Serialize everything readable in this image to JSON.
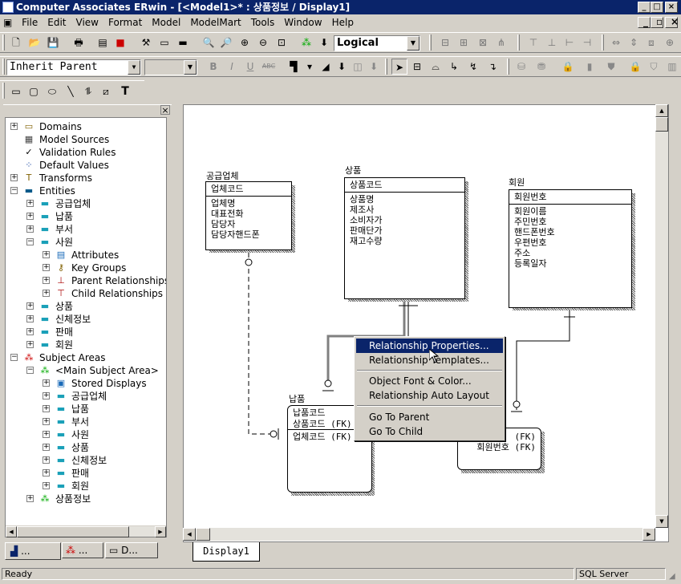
{
  "window": {
    "title": "Computer Associates ERwin - [<Model1>* : 상품정보 / Display1]",
    "controls": [
      "_",
      "□",
      "×"
    ]
  },
  "menu": [
    "File",
    "Edit",
    "View",
    "Format",
    "Model",
    "ModelMart",
    "Tools",
    "Window",
    "Help"
  ],
  "toolbar": {
    "view_mode": "Logical",
    "font_combo": "Inherit Parent",
    "size_combo": ""
  },
  "tree": {
    "items": [
      {
        "label": "Domains",
        "icon": "domains-icon",
        "level": 0,
        "expander": "+"
      },
      {
        "label": "Model Sources",
        "icon": "model-sources-icon",
        "level": 0,
        "expander": ""
      },
      {
        "label": "Validation Rules",
        "icon": "validation-rules-icon",
        "level": 0,
        "expander": ""
      },
      {
        "label": "Default Values",
        "icon": "default-values-icon",
        "level": 0,
        "expander": ""
      },
      {
        "label": "Transforms",
        "icon": "transforms-icon",
        "level": 0,
        "expander": "+"
      },
      {
        "label": "Entities",
        "icon": "entities-icon",
        "level": 0,
        "expander": "-"
      },
      {
        "label": "공급업체",
        "icon": "entity-icon",
        "level": 1,
        "expander": "+"
      },
      {
        "label": "납품",
        "icon": "entity-icon",
        "level": 1,
        "expander": "+"
      },
      {
        "label": "부서",
        "icon": "entity-icon",
        "level": 1,
        "expander": "+"
      },
      {
        "label": "사원",
        "icon": "entity-icon",
        "level": 1,
        "expander": "-"
      },
      {
        "label": "Attributes",
        "icon": "attributes-icon",
        "level": 2,
        "expander": "+"
      },
      {
        "label": "Key Groups",
        "icon": "key-groups-icon",
        "level": 2,
        "expander": "+"
      },
      {
        "label": "Parent Relationships",
        "icon": "parent-relationships-icon",
        "level": 2,
        "expander": "+"
      },
      {
        "label": "Child Relationships",
        "icon": "child-relationships-icon",
        "level": 2,
        "expander": "+"
      },
      {
        "label": "상품",
        "icon": "entity-icon",
        "level": 1,
        "expander": "+"
      },
      {
        "label": "신체정보",
        "icon": "entity-icon",
        "level": 1,
        "expander": "+"
      },
      {
        "label": "판매",
        "icon": "entity-icon",
        "level": 1,
        "expander": "+"
      },
      {
        "label": "회원",
        "icon": "entity-icon",
        "level": 1,
        "expander": "+"
      },
      {
        "label": "Subject Areas",
        "icon": "subject-areas-icon",
        "level": 0,
        "expander": "-"
      },
      {
        "label": "<Main Subject Area>",
        "icon": "subject-area-icon",
        "level": 1,
        "expander": "-"
      },
      {
        "label": "Stored Displays",
        "icon": "stored-displays-icon",
        "level": 2,
        "expander": "+"
      },
      {
        "label": "공급업체",
        "icon": "entity-icon",
        "level": 2,
        "expander": "+"
      },
      {
        "label": "납품",
        "icon": "entity-icon",
        "level": 2,
        "expander": "+"
      },
      {
        "label": "부서",
        "icon": "entity-icon",
        "level": 2,
        "expander": "+"
      },
      {
        "label": "사원",
        "icon": "entity-icon",
        "level": 2,
        "expander": "+"
      },
      {
        "label": "상품",
        "icon": "entity-icon",
        "level": 2,
        "expander": "+"
      },
      {
        "label": "신체정보",
        "icon": "entity-icon",
        "level": 2,
        "expander": "+"
      },
      {
        "label": "판매",
        "icon": "entity-icon",
        "level": 2,
        "expander": "+"
      },
      {
        "label": "회원",
        "icon": "entity-icon",
        "level": 2,
        "expander": "+"
      },
      {
        "label": "상품정보",
        "icon": "subject-area-icon",
        "level": 1,
        "expander": "+"
      }
    ],
    "tabs": [
      "...",
      "...",
      "D..."
    ]
  },
  "diagram": {
    "entities": {
      "supplier": {
        "name": "공급업체",
        "key": "업체코드",
        "attrs": "업체명\n대표전화\n담당자\n담당자핸드폰"
      },
      "product": {
        "name": "상품",
        "key": "상품코드",
        "attrs": "상품명\n제조사\n소비자가\n판매단가\n재고수량"
      },
      "member": {
        "name": "회원",
        "key": "회원번호",
        "attrs": "회원이름\n주민번호\n핸드폰번호\n우편번호\n주소\n등록일자"
      },
      "delivery": {
        "name": "납품",
        "key": "납품코드\n상품코드 (FK)",
        "attrs": "업체코드 (FK)"
      },
      "sale": {
        "name": "",
        "key": "",
        "attrs": "(FK)\n회원번호 (FK)"
      }
    },
    "tab": "Display1"
  },
  "context_menu": {
    "items": [
      {
        "label": "Relationship Properties...",
        "selected": true
      },
      {
        "label": "Relationship Templates...",
        "selected": false
      },
      {
        "label": "Object Font & Color...",
        "selected": false
      },
      {
        "label": "Relationship Auto Layout",
        "selected": false
      },
      {
        "label": "Go To Parent",
        "selected": false
      },
      {
        "label": "Go To Child",
        "selected": false
      }
    ]
  },
  "status": {
    "left": "Ready",
    "right": "SQL Server"
  }
}
